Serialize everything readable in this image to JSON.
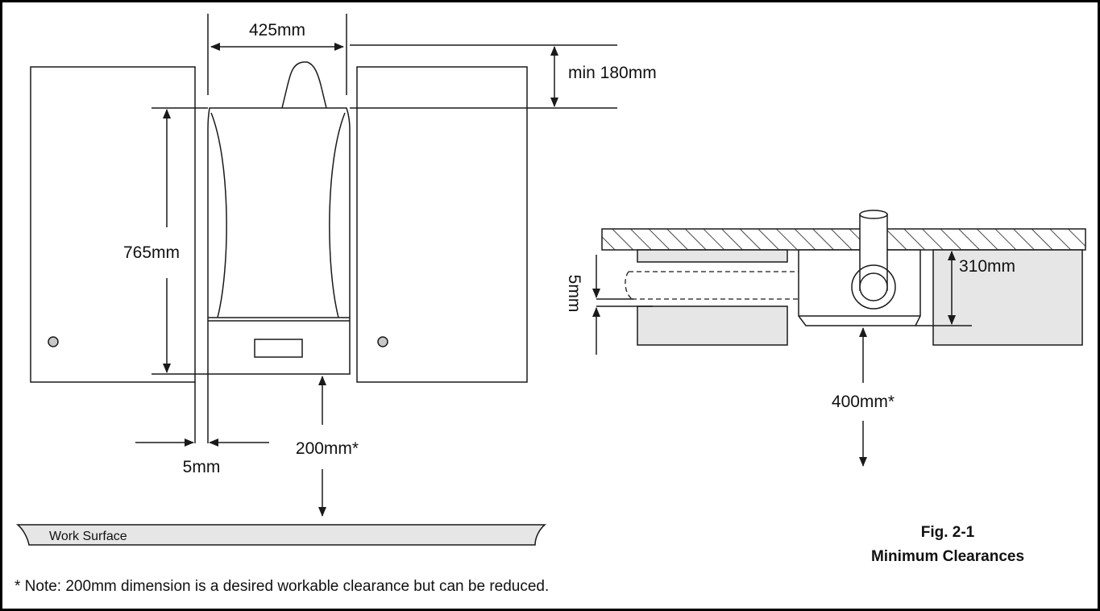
{
  "labels": {
    "width": "425mm",
    "top_clearance": "min 180mm",
    "height": "765mm",
    "side_gap": "5mm",
    "bottom_clearance": "200mm*",
    "work_surface": "Work Surface",
    "plan_gap": "5mm",
    "plan_depth": "310mm",
    "front_clearance": "400mm*"
  },
  "caption": {
    "line1": "Fig. 2-1",
    "line2": "Minimum Clearances"
  },
  "note": "* Note: 200mm dimension is a desired workable clearance but can be reduced.",
  "colors": {
    "line": "#1a1a1a",
    "panel_fill": "#e6e6e6",
    "knob_fill": "#c8c8c8",
    "border": "#000000"
  }
}
